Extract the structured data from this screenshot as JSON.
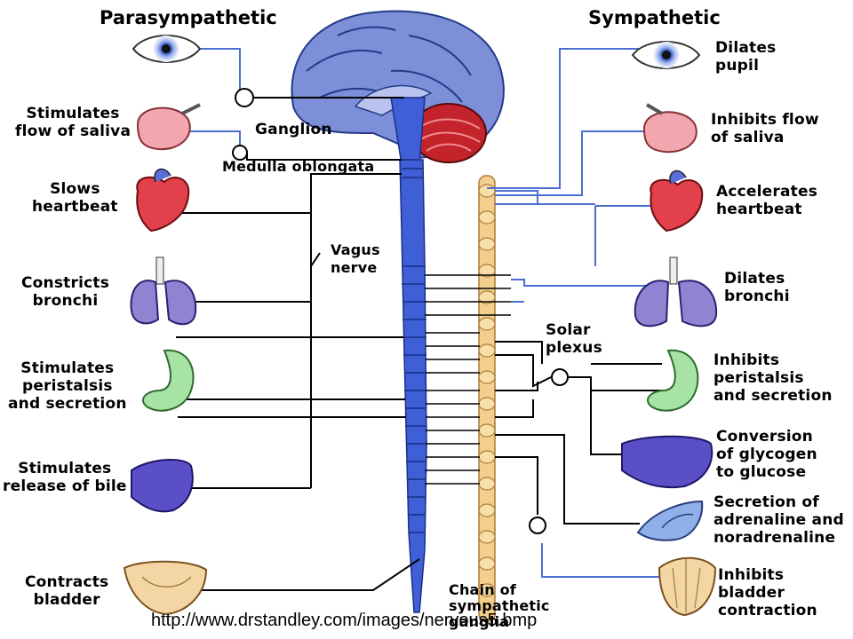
{
  "headings": {
    "left": "Parasympathetic",
    "right": "Sympathetic"
  },
  "center_labels": {
    "ganglion": "Ganglion",
    "medulla": "Medulla oblongata",
    "vagus": [
      "Vagus",
      "nerve"
    ],
    "solar": [
      "Solar",
      "plexus"
    ],
    "chain": [
      "Chain of",
      "sympathetic",
      "ganglia"
    ]
  },
  "parasympathetic": [
    [
      "Stimulates",
      "flow of saliva"
    ],
    [
      "Slows",
      "heartbeat"
    ],
    [
      "Constricts",
      "bronchi"
    ],
    [
      "Stimulates",
      "peristalsis",
      "and secretion"
    ],
    [
      "Stimulates",
      "release of bile"
    ],
    [
      "Contracts",
      "bladder"
    ]
  ],
  "sympathetic": [
    [
      "Dilates",
      "pupil"
    ],
    [
      "Inhibits flow",
      "of saliva"
    ],
    [
      "Accelerates",
      "heartbeat"
    ],
    [
      "Dilates",
      "bronchi"
    ],
    [
      "Inhibits",
      "peristalsis",
      "and secretion"
    ],
    [
      "Conversion",
      "of glycogen",
      "to glucose"
    ],
    [
      "Secretion of",
      "adrenaline and",
      "noradrenaline"
    ],
    [
      "Inhibits",
      "bladder",
      "contraction"
    ]
  ],
  "source_url": "http://www.drstandley.com/images/nervous5.bmp",
  "colors": {
    "brain": "#7d8fd8",
    "spine": "#3f5fd6",
    "chain": "#f3cf8e",
    "heart": "#e2404a",
    "lung": "#8f83d2",
    "stomach": "#a8e3a6",
    "liver": "#5b4fc8",
    "bladder": "#f4d6a4",
    "nerve": "#000000",
    "sym_nerve": "#4a6fd0"
  }
}
